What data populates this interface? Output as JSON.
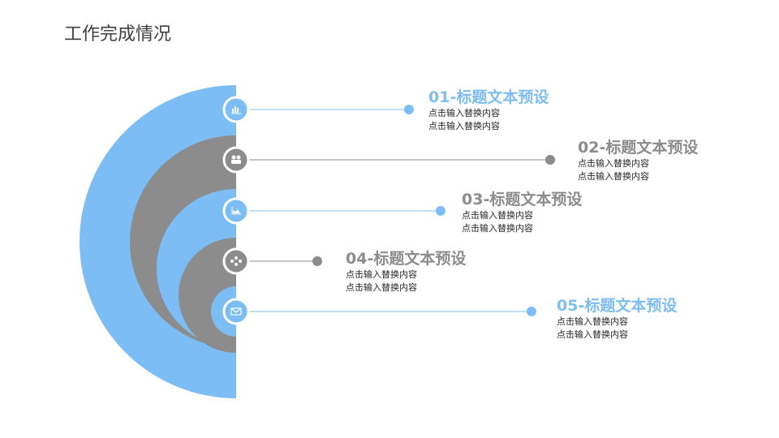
{
  "page": {
    "title": "工作完成情况"
  },
  "colors": {
    "blue": "#7dbdf5",
    "gray": "#8c8c8c",
    "ring_outline": "#ffffff"
  },
  "items": [
    {
      "heading": "01-标题文本预设",
      "line1": "点击输入替换内容",
      "line2": "点击输入替换内容",
      "color": "blue",
      "icon": "bar-chart-icon"
    },
    {
      "heading": "02-标题文本预设",
      "line1": "点击输入替换内容",
      "line2": "点击输入替换内容",
      "color": "gray",
      "icon": "team-icon"
    },
    {
      "heading": "03-标题文本预设",
      "line1": "点击输入替换内容",
      "line2": "点击输入替换内容",
      "color": "blue",
      "icon": "area-chart-icon"
    },
    {
      "heading": "04-标题文本预设",
      "line1": "点击输入替换内容",
      "line2": "点击输入替换内容",
      "color": "gray",
      "icon": "people-network-icon"
    },
    {
      "heading": "05-标题文本预设",
      "line1": "点击输入替换内容",
      "line2": "点击输入替换内容",
      "color": "blue",
      "icon": "envelope-icon"
    }
  ]
}
